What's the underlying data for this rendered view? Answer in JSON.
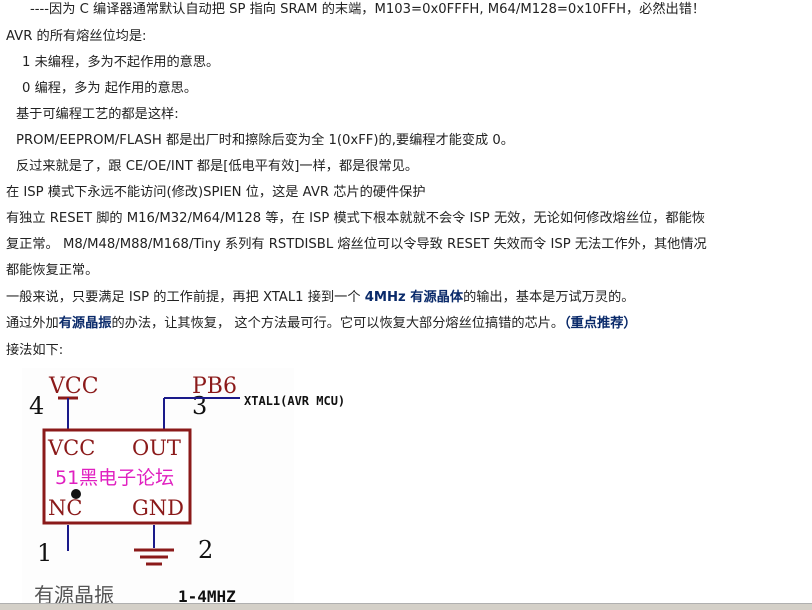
{
  "lines": [
    "----因为 C 编译器通常默认自动把 SP 指向 SRAM 的末端，M103=0x0FFFH, M64/M128=0x10FFH，必然出错！",
    "AVR 的所有熔丝位均是:",
    "1 未编程，多为不起作用的意思。",
    "0   编程，多为  起作用的意思。",
    "基于可编程工艺的都是这样:",
    "PROM/EEPROM/FLASH 都是出厂时和擦除后变为全 1(0xFF)的,要编程才能变成 0。",
    "反过来就是了，跟 CE/OE/INT 都是[低电平有效]一样，都是很常见。",
    "在 ISP 模式下永远不能访问(修改)SPIEN 位，这是 AVR 芯片的硬件保护",
    "有独立 RESET 脚的 M16/M32/M64/M128 等，在 ISP 模式下根本就就不会令 ISP 无效，无论如何修改熔丝位，都能恢",
    "复正常。 M8/M48/M88/M168/Tiny 系列有 RSTDISBL 熔丝位可以令导致 RESET 失效而令 ISP 无法工作外，其他情况",
    "都能恢复正常。"
  ],
  "para_xtal": {
    "pre": "一般来说，只要满足 ISP 的工作前提，再把 XTAL1 接到一个 ",
    "bold": "4MHz 有源晶体",
    "post": "的输出，基本是万试万灵的。"
  },
  "para_osc": {
    "pre": "通过外加",
    "bold": "有源晶振",
    "post": "的办法，让其恢复，  这个方法最可行。它可以恢复大部分熔丝位搞错的芯片。",
    "recommend": "（重点推荐）"
  },
  "wiring_label": "接法如下:",
  "figure": {
    "vcc_top": "VCC",
    "pin4": "4",
    "pb6": "PB6",
    "pin3": "3",
    "xtal1": "XTAL1(AVR MCU)",
    "box_vcc": "VCC",
    "box_out": "OUT",
    "watermark": "51黑电子论坛",
    "box_nc": "NC",
    "box_gnd": "GND",
    "pin1": "1",
    "pin2": "2",
    "caption": "有源晶振",
    "freq": "1-4MHZ"
  }
}
